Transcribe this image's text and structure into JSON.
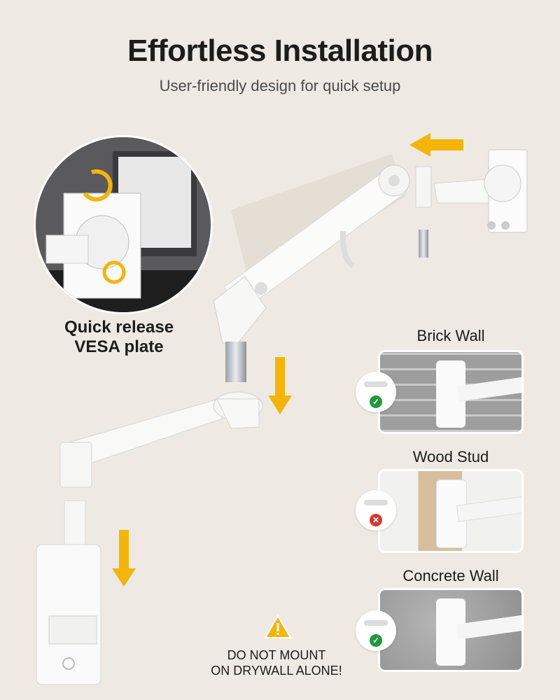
{
  "header": {
    "title": "Effortless Installation",
    "subtitle": "User-friendly design for quick setup"
  },
  "inset": {
    "caption_line1": "Quick release",
    "caption_line2": "VESA plate"
  },
  "walls": [
    {
      "label": "Brick Wall",
      "status": "check",
      "status_color": "#1f9a3b"
    },
    {
      "label": "Wood Stud",
      "status": "cross",
      "status_color": "#d23a2e"
    },
    {
      "label": "Concrete Wall",
      "status": "check",
      "status_color": "#1f9a3b"
    }
  ],
  "warning": {
    "icon": "warning-triangle-icon",
    "line1": "DO NOT MOUNT",
    "line2": "ON DRYWALL ALONE!"
  },
  "colors": {
    "accent": "#f4b508",
    "background": "#eeeae3"
  }
}
